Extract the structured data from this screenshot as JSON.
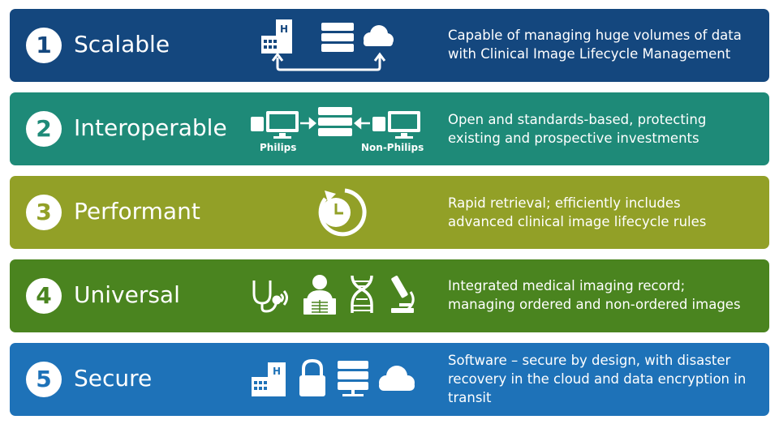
{
  "colors": {
    "scalable": "#14477e",
    "interoperable": "#1e8a78",
    "performant": "#92a027",
    "universal": "#4a841f",
    "secure": "#1e72b8"
  },
  "rows": [
    {
      "number": "1",
      "title": "Scalable",
      "description": "Capable of managing huge volumes of data with Clinical Image Lifecycle Management",
      "icons": [
        "hospital-icon",
        "server-icon",
        "cloud-icon",
        "bidirectional-arrow-icon"
      ]
    },
    {
      "number": "2",
      "title": "Interoperable",
      "description": "Open and standards-based, protecting existing and prospective investments",
      "icons": [
        "workstation-icon",
        "server-icon",
        "workstation-icon"
      ],
      "labels": {
        "left": "Philips",
        "right": "Non-Philips"
      }
    },
    {
      "number": "3",
      "title": "Performant",
      "description": "Rapid retrieval; efficiently includes advanced clinical image lifecycle rules",
      "icons": [
        "clock-refresh-icon"
      ]
    },
    {
      "number": "4",
      "title": "Universal",
      "description": "Integrated medical imaging record; managing ordered and non-ordered images",
      "icons": [
        "stethoscope-icon",
        "radiology-icon",
        "dna-icon",
        "microscope-icon"
      ]
    },
    {
      "number": "5",
      "title": "Secure",
      "description": "Software – secure by design, with disaster recovery in the cloud and data encryption in transit",
      "icons": [
        "hospital-icon",
        "lock-icon",
        "server-icon",
        "cloud-icon"
      ]
    }
  ]
}
